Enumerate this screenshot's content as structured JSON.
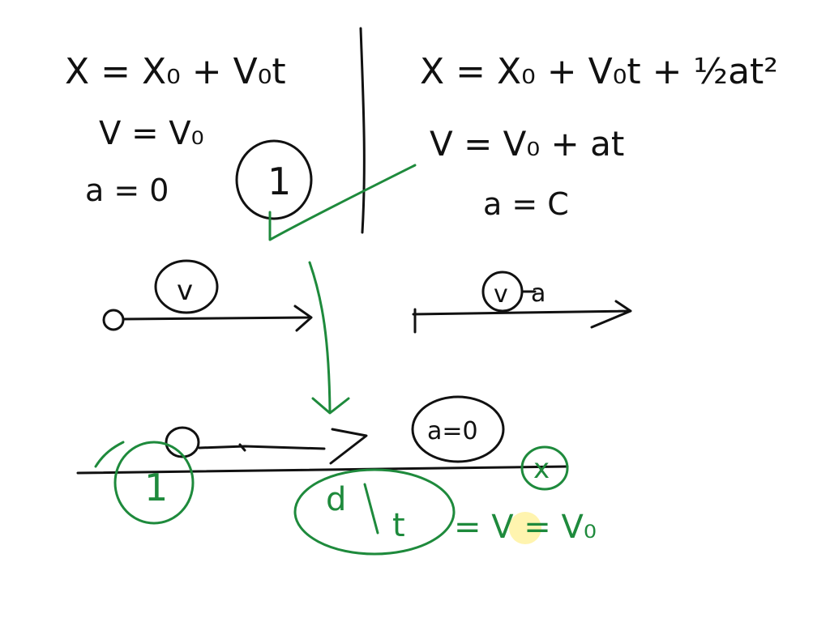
{
  "left_equations": {
    "position": "X = X₀ + V₀t",
    "velocity": "V = V₀",
    "acceleration": "a = 0"
  },
  "right_equations": {
    "position": "X = X₀ + V₀t + ½at²",
    "velocity": "V = V₀ + at",
    "acceleration": "a = C"
  },
  "labels": {
    "case_number": "1",
    "velocity_bubble": "v",
    "velocity_accel_bubble_v": "v",
    "velocity_accel_bubble_a": "a",
    "zero_accel_bubble": "a=0",
    "bottom_case_number": "1",
    "axis_label": "x",
    "slope_numerator": "d",
    "slope_denominator": "t",
    "slope_result": "= V = V₀"
  },
  "colors": {
    "ink": "#111111",
    "annotation": "#1e8a3c",
    "highlight": "#fff3a6"
  }
}
